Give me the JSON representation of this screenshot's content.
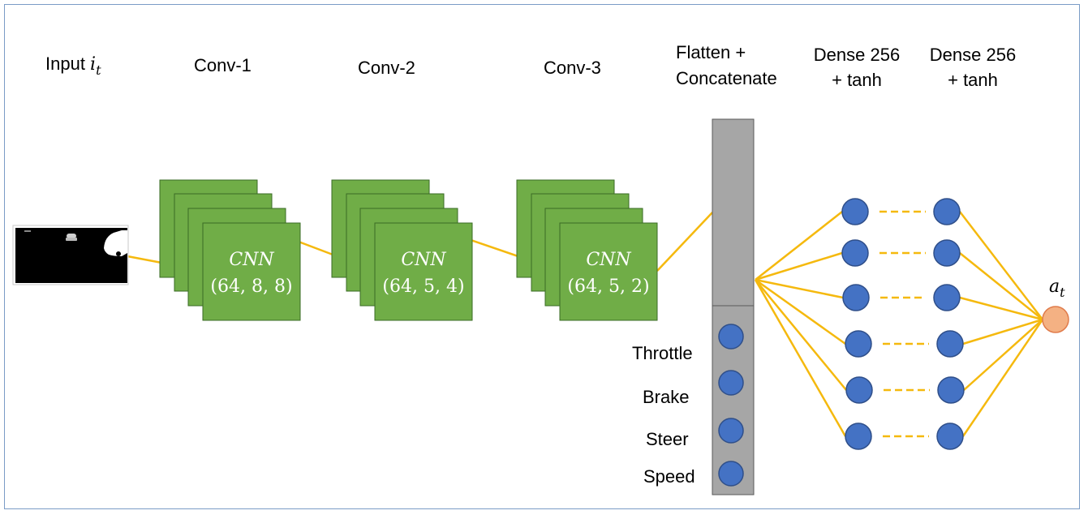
{
  "colors": {
    "conv_fill": "#70ad47",
    "conv_stroke": "#3a6b24",
    "edge": "#f5b90e",
    "node_fill": "#4472c4",
    "node_stroke": "#2f4f8a",
    "output_fill": "#f4b183",
    "output_stroke": "#e07b4a",
    "flatten_fill": "#a6a6a6",
    "flatten_stroke": "#595959",
    "frame_border": "#7a9cc6"
  },
  "input": {
    "label_prefix": "Input ",
    "symbol": "i",
    "subscript": "t"
  },
  "conv_layers": [
    {
      "label": "Conv-1",
      "name": "CNN",
      "params": "(64, 8, 8)"
    },
    {
      "label": "Conv-2",
      "name": "CNN",
      "params": "(64, 5, 4)"
    },
    {
      "label": "Conv-3",
      "name": "CNN",
      "params": "(64, 5, 2)"
    }
  ],
  "flatten": {
    "line1": "Flatten +",
    "line2": "Concatenate"
  },
  "extra_inputs": [
    "Throttle",
    "Brake",
    "Steer",
    "Speed"
  ],
  "dense_layers": [
    {
      "line1": "Dense 256",
      "line2": "+ tanh"
    },
    {
      "line1": "Dense 256",
      "line2": "+ tanh"
    }
  ],
  "output": {
    "symbol": "a",
    "subscript": "t"
  }
}
